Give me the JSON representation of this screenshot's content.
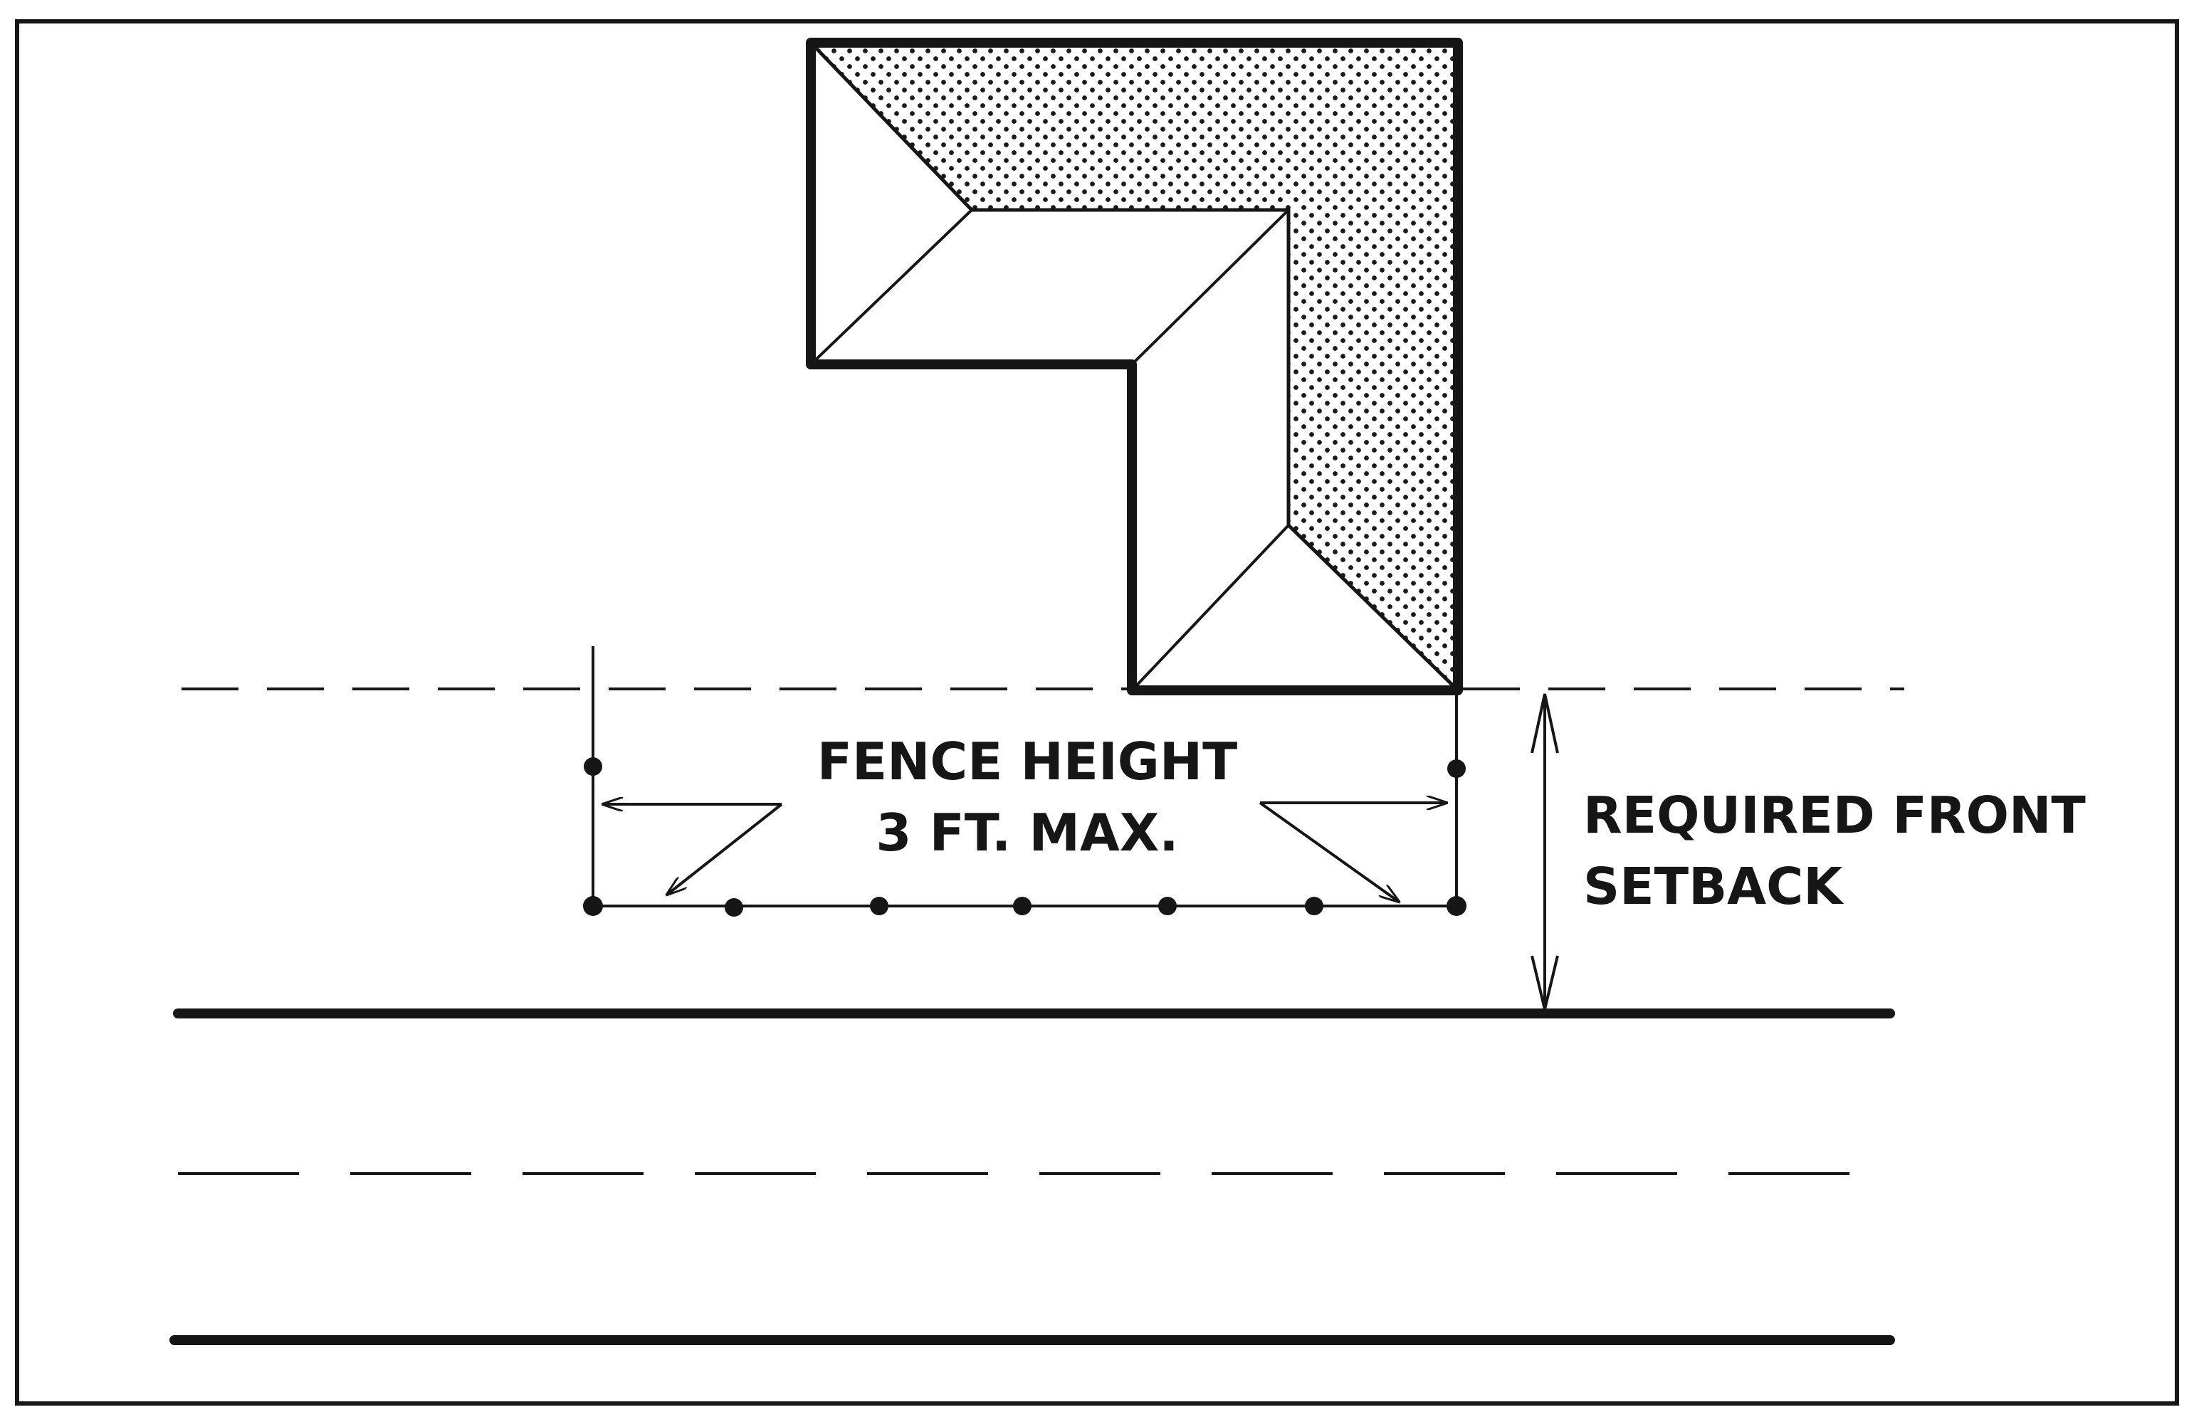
{
  "labels": {
    "fence_line1": "FENCE HEIGHT",
    "fence_line2": "3 FT. MAX.",
    "setback_line1": "REQUIRED FRONT",
    "setback_line2": "SETBACK"
  },
  "colors": {
    "ink": "#161616",
    "paper": "#ffffff",
    "stipple": "#1a1a1a"
  }
}
